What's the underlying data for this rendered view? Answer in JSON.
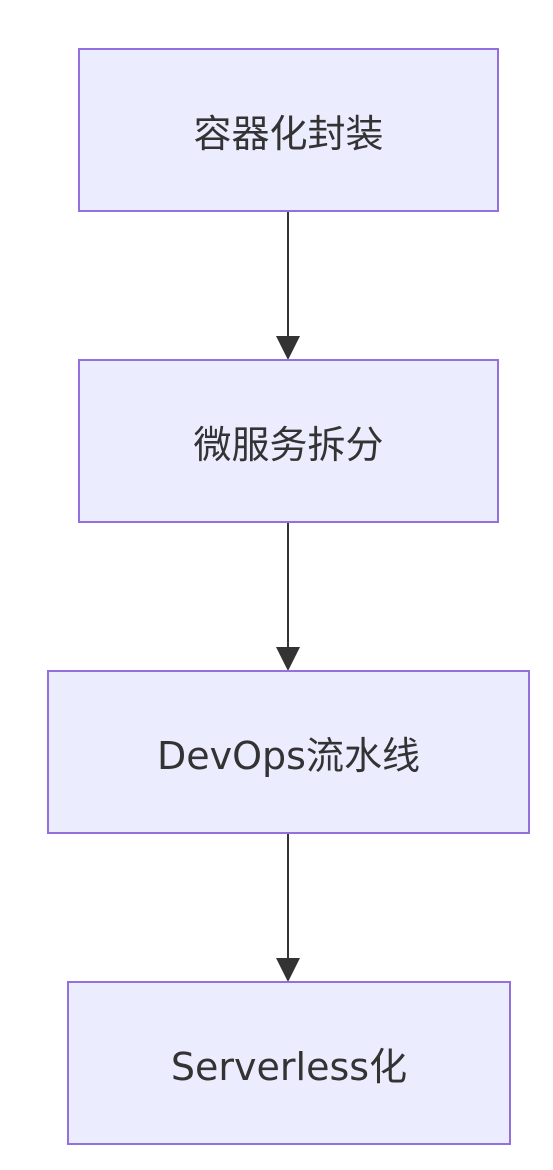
{
  "diagram": {
    "type": "flowchart-top-down",
    "colors": {
      "node_fill": "#ececff",
      "node_border": "#9370db",
      "edge": "#333333",
      "text": "#333333"
    },
    "nodes": [
      {
        "label": "容器化封装"
      },
      {
        "label": "微服务拆分"
      },
      {
        "label": "DevOps流水线"
      },
      {
        "label": "Serverless化"
      }
    ],
    "edges": [
      {
        "from": "容器化封装",
        "to": "微服务拆分"
      },
      {
        "from": "微服务拆分",
        "to": "DevOps流水线"
      },
      {
        "from": "DevOps流水线",
        "to": "Serverless化"
      }
    ]
  }
}
